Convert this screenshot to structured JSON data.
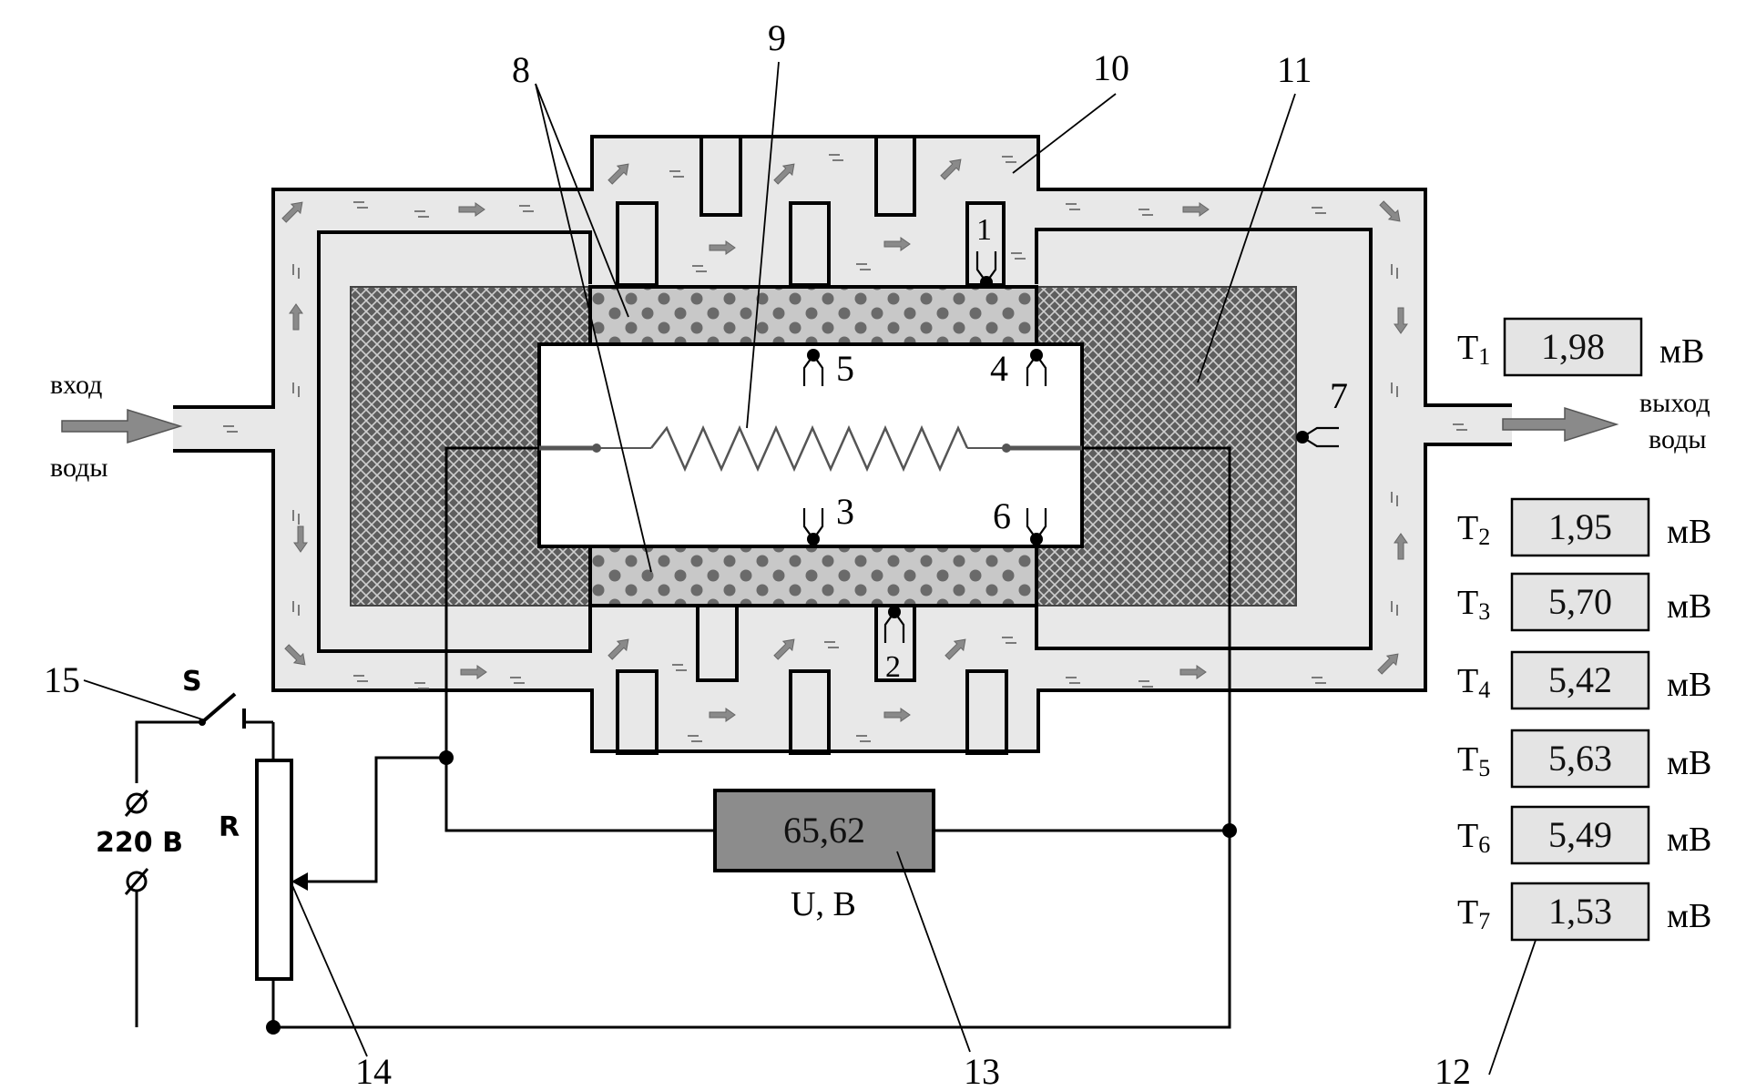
{
  "inlet": {
    "line1": "вход",
    "line2": "воды"
  },
  "outlet": {
    "line1": "выход",
    "line2": "воды"
  },
  "callouts": {
    "n1": "1",
    "n2": "2",
    "n3": "3",
    "n4": "4",
    "n5": "5",
    "n6": "6",
    "n7": "7",
    "n8": "8",
    "n9": "9",
    "n10": "10",
    "n11": "11",
    "n12": "12",
    "n13": "13",
    "n14": "14",
    "n15": "15"
  },
  "circuit": {
    "switch": "S",
    "voltage": "220 В",
    "resistor": "R"
  },
  "voltmeter": {
    "value": "65,62",
    "label": "U, В"
  },
  "readings": [
    {
      "label": "T",
      "sub": "1",
      "value": "1,98",
      "unit": "мВ"
    },
    {
      "label": "T",
      "sub": "2",
      "value": "1,95",
      "unit": "мВ"
    },
    {
      "label": "T",
      "sub": "3",
      "value": "5,70",
      "unit": "мВ"
    },
    {
      "label": "T",
      "sub": "4",
      "value": "5,42",
      "unit": "мВ"
    },
    {
      "label": "T",
      "sub": "5",
      "value": "5,63",
      "unit": "мВ"
    },
    {
      "label": "T",
      "sub": "6",
      "value": "5,49",
      "unit": "мВ"
    },
    {
      "label": "T",
      "sub": "7",
      "value": "1,53",
      "unit": "мВ"
    }
  ],
  "colors": {
    "water": "#e8e8e8",
    "insulation": "#6f6f6f",
    "heatPlate": "#c6c6c6",
    "display": "#e4e4e4",
    "voltmeter": "#8c8c8c",
    "arrow": "#8a8a8a"
  }
}
